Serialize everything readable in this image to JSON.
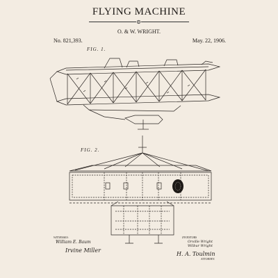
{
  "header": {
    "title": "FLYING MACHINE",
    "inventors": "O. & W. WRIGHT.",
    "patent_number": "No. 821,393.",
    "patent_date": "May. 22, 1906."
  },
  "figures": {
    "fig1": "FIG. 1.",
    "fig2": "FIG. 2."
  },
  "signatures": {
    "witnesses_label": "WITNESSES:",
    "witness_1": "William E. Baum",
    "witness_2": "Irvine Miller",
    "inventors_label": "INVENTORS",
    "inventor_1": "Orville Wright",
    "inventor_2": "Wilbur Wright",
    "attorney_signature": "H. A. Toulmin",
    "attorney_label": "ATTORNEY."
  },
  "colors": {
    "paper": "#f3ece2",
    "ink": "#1e1a17"
  }
}
